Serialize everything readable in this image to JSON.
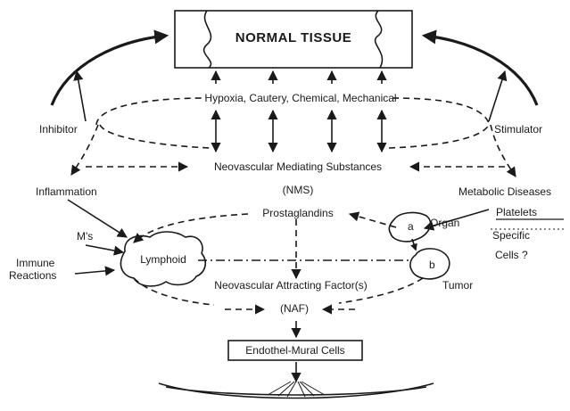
{
  "top_box": "NORMAL TISSUE",
  "causes": "Hypoxia, Cautery, Chemical, Mechanical",
  "inhibitor": "Inhibitor",
  "stimulator": "Stimulator",
  "nms_line1": "Neovascular Mediating Substances",
  "nms_line2": "(NMS)",
  "inflammation": "Inflammation",
  "metabolic": "Metabolic Diseases",
  "platelets": "Platelets",
  "organ": "Organ",
  "specific_line1": "Specific",
  "specific_line2": "Cells ?",
  "prostaglandins": "Prostaglandins",
  "ms": "M's",
  "immune_line1": "Immune",
  "immune_line2": "Reactions",
  "lymphoid": "Lymphoid",
  "node_a": "a",
  "node_b": "b",
  "naf_line1": "Neovascular Attracting Factor(s)",
  "naf_line2": "(NAF)",
  "tumor": "Tumor",
  "endothel": "Endothel-Mural Cells",
  "colors": {
    "ink": "#1a1a1a",
    "paper": "#ffffff"
  }
}
